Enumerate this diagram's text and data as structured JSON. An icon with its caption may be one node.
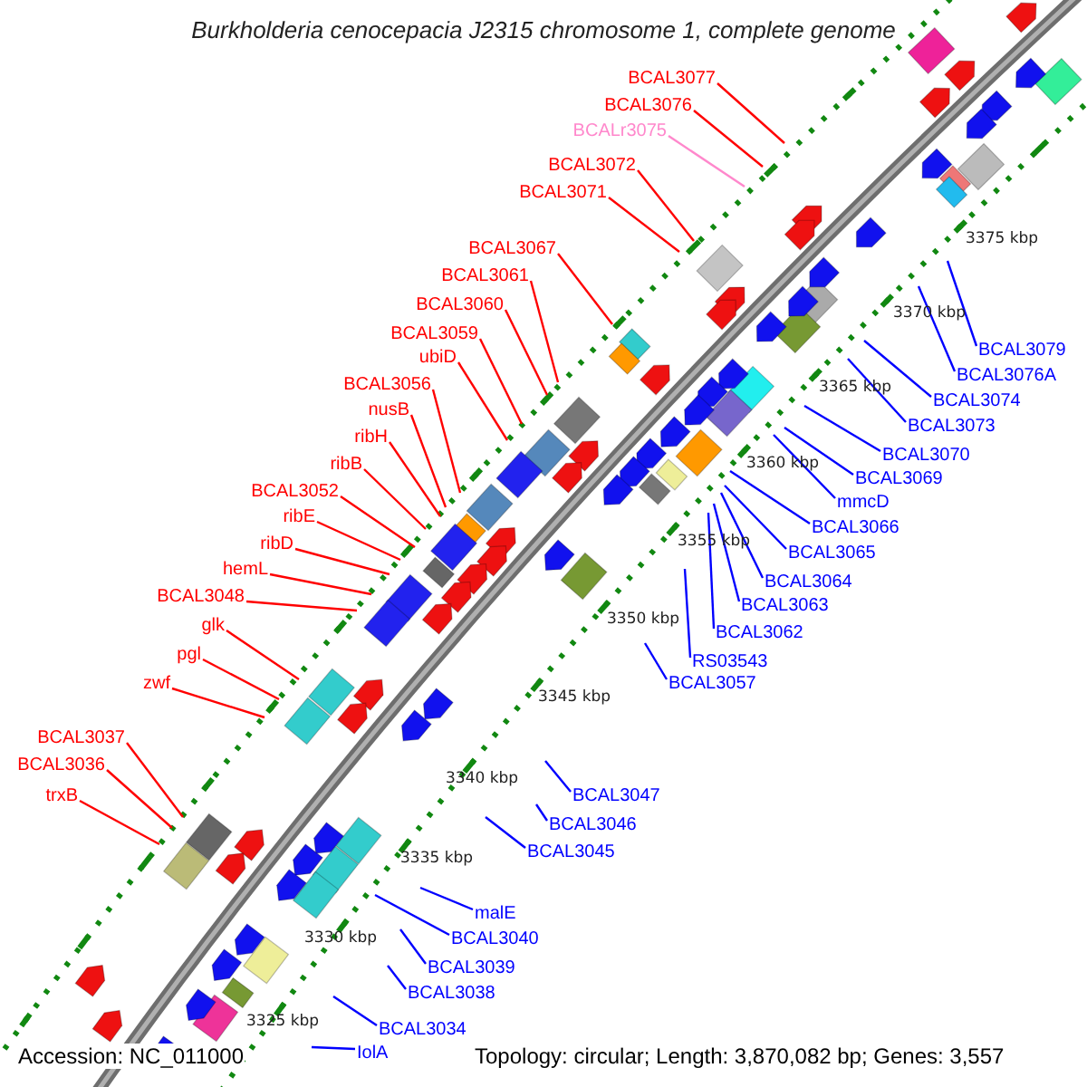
{
  "diagram": {
    "title": "Burkholderia cenocepacia J2315 chromosome 1, complete genome",
    "nodes": [
      {
        "text": [
          "BCAL3077"
        ]
      },
      {
        "text": [
          "BCAL3076"
        ]
      },
      {
        "text": [
          "BCALr3075"
        ]
      },
      {
        "text": [
          "BCAL3072"
        ]
      },
      {
        "text": [
          "BCAL3071"
        ]
      },
      {
        "text": [
          "BCAL3067"
        ]
      },
      {
        "text": [
          "BCAL3061"
        ]
      },
      {
        "text": [
          "BCAL3060"
        ]
      },
      {
        "text": [
          "BCAL3059"
        ]
      },
      {
        "text": [
          "ubiD"
        ]
      },
      {
        "text": [
          "BCAL3056"
        ]
      },
      {
        "text": [
          "nusB"
        ]
      },
      {
        "text": [
          "ribH"
        ]
      },
      {
        "text": [
          "ribB"
        ]
      },
      {
        "text": [
          "BCAL3052"
        ]
      },
      {
        "text": [
          "ribE"
        ]
      },
      {
        "text": [
          "ribD"
        ]
      },
      {
        "text": [
          "hemL"
        ]
      },
      {
        "text": [
          "BCAL3048"
        ]
      },
      {
        "text": [
          "glk"
        ]
      },
      {
        "text": [
          "pgl"
        ]
      },
      {
        "text": [
          "zwf"
        ]
      },
      {
        "text": [
          "BCAL3037"
        ]
      },
      {
        "text": [
          "BCAL3036"
        ]
      },
      {
        "text": [
          "trxB"
        ]
      },
      {
        "text": [
          "BCAL3079"
        ]
      },
      {
        "text": [
          "BCAL3076A"
        ]
      },
      {
        "text": [
          "BCAL3074"
        ]
      },
      {
        "text": [
          "BCAL3073"
        ]
      },
      {
        "text": [
          "BCAL3070"
        ]
      },
      {
        "text": [
          "BCAL3069"
        ]
      },
      {
        "text": [
          "mmcD"
        ]
      },
      {
        "text": [
          "BCAL3066"
        ]
      },
      {
        "text": [
          "BCAL3065"
        ]
      },
      {
        "text": [
          "BCAL3064"
        ]
      },
      {
        "text": [
          "BCAL3063"
        ]
      },
      {
        "text": [
          "BCAL3062"
        ]
      },
      {
        "text": [
          "RS03543"
        ]
      },
      {
        "text": [
          "BCAL3057"
        ]
      },
      {
        "text": [
          "BCAL3047"
        ]
      },
      {
        "text": [
          "BCAL3046"
        ]
      },
      {
        "text": [
          "BCAL3045"
        ]
      },
      {
        "text": [
          "malE"
        ]
      },
      {
        "text": [
          "BCAL3040"
        ]
      },
      {
        "text": [
          "BCAL3039"
        ]
      },
      {
        "text": [
          "BCAL3038"
        ]
      },
      {
        "text": [
          "BCAL3034"
        ]
      },
      {
        "text": [
          "IolA"
        ]
      }
    ],
    "edges": [
      {
        "from": 0,
        "to": null,
        "arrow": "none"
      },
      {
        "from": 1,
        "to": null,
        "arrow": "none"
      },
      {
        "from": 2,
        "to": null,
        "arrow": "none",
        "color": "#ff88cc"
      },
      {
        "from": 3,
        "to": null,
        "arrow": "none"
      },
      {
        "from": 4,
        "to": null,
        "arrow": "none"
      },
      {
        "from": 5,
        "to": null,
        "arrow": "none"
      },
      {
        "from": 6,
        "to": null,
        "arrow": "none"
      },
      {
        "from": 7,
        "to": null,
        "arrow": "none"
      },
      {
        "from": 8,
        "to": null,
        "arrow": "none"
      },
      {
        "from": 9,
        "to": null,
        "arrow": "none"
      },
      {
        "from": 10,
        "to": null,
        "arrow": "none"
      },
      {
        "from": 11,
        "to": null,
        "arrow": "none"
      },
      {
        "from": 12,
        "to": null,
        "arrow": "none"
      },
      {
        "from": 13,
        "to": null,
        "arrow": "none"
      },
      {
        "from": 14,
        "to": null,
        "arrow": "none"
      },
      {
        "from": 15,
        "to": null,
        "arrow": "none"
      },
      {
        "from": 16,
        "to": null,
        "arrow": "none"
      },
      {
        "from": 17,
        "to": null,
        "arrow": "none"
      },
      {
        "from": 18,
        "to": null,
        "arrow": "none"
      },
      {
        "from": 19,
        "to": null,
        "arrow": "none"
      },
      {
        "from": 20,
        "to": null,
        "arrow": "none"
      },
      {
        "from": 21,
        "to": null,
        "arrow": "none"
      },
      {
        "from": 22,
        "to": null,
        "arrow": "none"
      },
      {
        "from": 23,
        "to": null,
        "arrow": "none"
      },
      {
        "from": 24,
        "to": null,
        "arrow": "none"
      },
      {
        "from": 25,
        "to": null,
        "arrow": "none",
        "color": "#0000ff"
      },
      {
        "from": 26,
        "to": null,
        "arrow": "none",
        "color": "#0000ff"
      },
      {
        "from": 27,
        "to": null,
        "arrow": "none",
        "color": "#0000ff"
      },
      {
        "from": 28,
        "to": null,
        "arrow": "none",
        "color": "#0000ff"
      },
      {
        "from": 29,
        "to": null,
        "arrow": "none",
        "color": "#0000ff"
      },
      {
        "from": 30,
        "to": null,
        "arrow": "none",
        "color": "#0000ff"
      },
      {
        "from": 31,
        "to": null,
        "arrow": "none",
        "color": "#0000ff"
      },
      {
        "from": 32,
        "to": null,
        "arrow": "none",
        "color": "#0000ff"
      },
      {
        "from": 33,
        "to": null,
        "arrow": "none",
        "color": "#0000ff"
      },
      {
        "from": 34,
        "to": null,
        "arrow": "none",
        "color": "#0000ff"
      },
      {
        "from": 35,
        "to": null,
        "arrow": "none",
        "color": "#0000ff"
      },
      {
        "from": 36,
        "to": null,
        "arrow": "none",
        "color": "#0000ff"
      },
      {
        "from": 37,
        "to": null,
        "arrow": "none",
        "color": "#0000ff"
      },
      {
        "from": 38,
        "to": null,
        "arrow": "none",
        "color": "#0000ff"
      },
      {
        "from": 39,
        "to": null,
        "arrow": "none",
        "color": "#0000ff"
      },
      {
        "from": 40,
        "to": null,
        "arrow": "none",
        "color": "#0000ff"
      },
      {
        "from": 41,
        "to": null,
        "arrow": "none",
        "color": "#0000ff"
      },
      {
        "from": 42,
        "to": null,
        "arrow": "none",
        "color": "#0000ff"
      },
      {
        "from": 43,
        "to": null,
        "arrow": "none",
        "color": "#0000ff"
      },
      {
        "from": 44,
        "to": null,
        "arrow": "none",
        "color": "#0000ff"
      },
      {
        "from": 45,
        "to": null,
        "arrow": "none",
        "color": "#0000ff"
      },
      {
        "from": 46,
        "to": null,
        "arrow": "none",
        "color": "#0000ff"
      },
      {
        "from": 47,
        "to": null,
        "arrow": "none",
        "color": "#0000ff"
      }
    ],
    "labels": [
      "3375 kbp",
      "3370 kbp",
      "3365 kbp",
      "3360 kbp",
      "3355 kbp",
      "3350 kbp",
      "3345 kbp",
      "3340 kbp",
      "3335 kbp",
      "3330 kbp",
      "3325 kbp",
      "Accession: NC_011000",
      "Topology: circular; Length: 3,870,082 bp; Genes: 3,557"
    ]
  }
}
